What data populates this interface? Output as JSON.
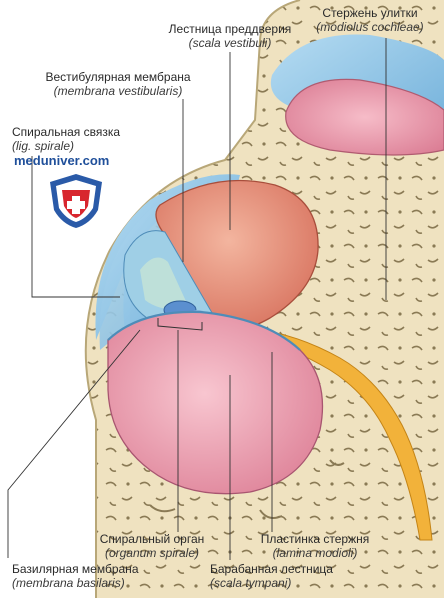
{
  "labels": {
    "scala_vestibuli": {
      "ru": "Лестница преддверия",
      "lat": "(scala vestibuli)"
    },
    "modiolus": {
      "ru": "Стержень улитки",
      "lat": "(modiolus cochleae)"
    },
    "membrana_vestibularis": {
      "ru": "Вестибулярная мембрана",
      "lat": "(membrana vestibularis)"
    },
    "lig_spirale": {
      "ru": "Спиральная связка",
      "lat": "(lig. spirale)"
    },
    "organum_spirale": {
      "ru": "Спиральный орган",
      "lat": "(organum spirale)"
    },
    "lamina_modioli": {
      "ru": "Пластинка стержня",
      "lat": "(lamina modioli)"
    },
    "membrana_basilaris": {
      "ru": "Базилярная мембрана",
      "lat": "(membrana basilaris)"
    },
    "scala_tympani": {
      "ru": "Барабанная лестница",
      "lat": "(scala tympani)"
    }
  },
  "watermark": "meduniver.com",
  "colors": {
    "bone": "#efe2c0",
    "bone_dark": "#8a7a55",
    "scala_vestibuli": "#e8907a",
    "scala_tympani": "#ec9fb0",
    "ligament": "#8ec3e6",
    "nerve": "#f2b23a",
    "badge_blue": "#2a5aa8",
    "badge_red": "#d8262e"
  }
}
